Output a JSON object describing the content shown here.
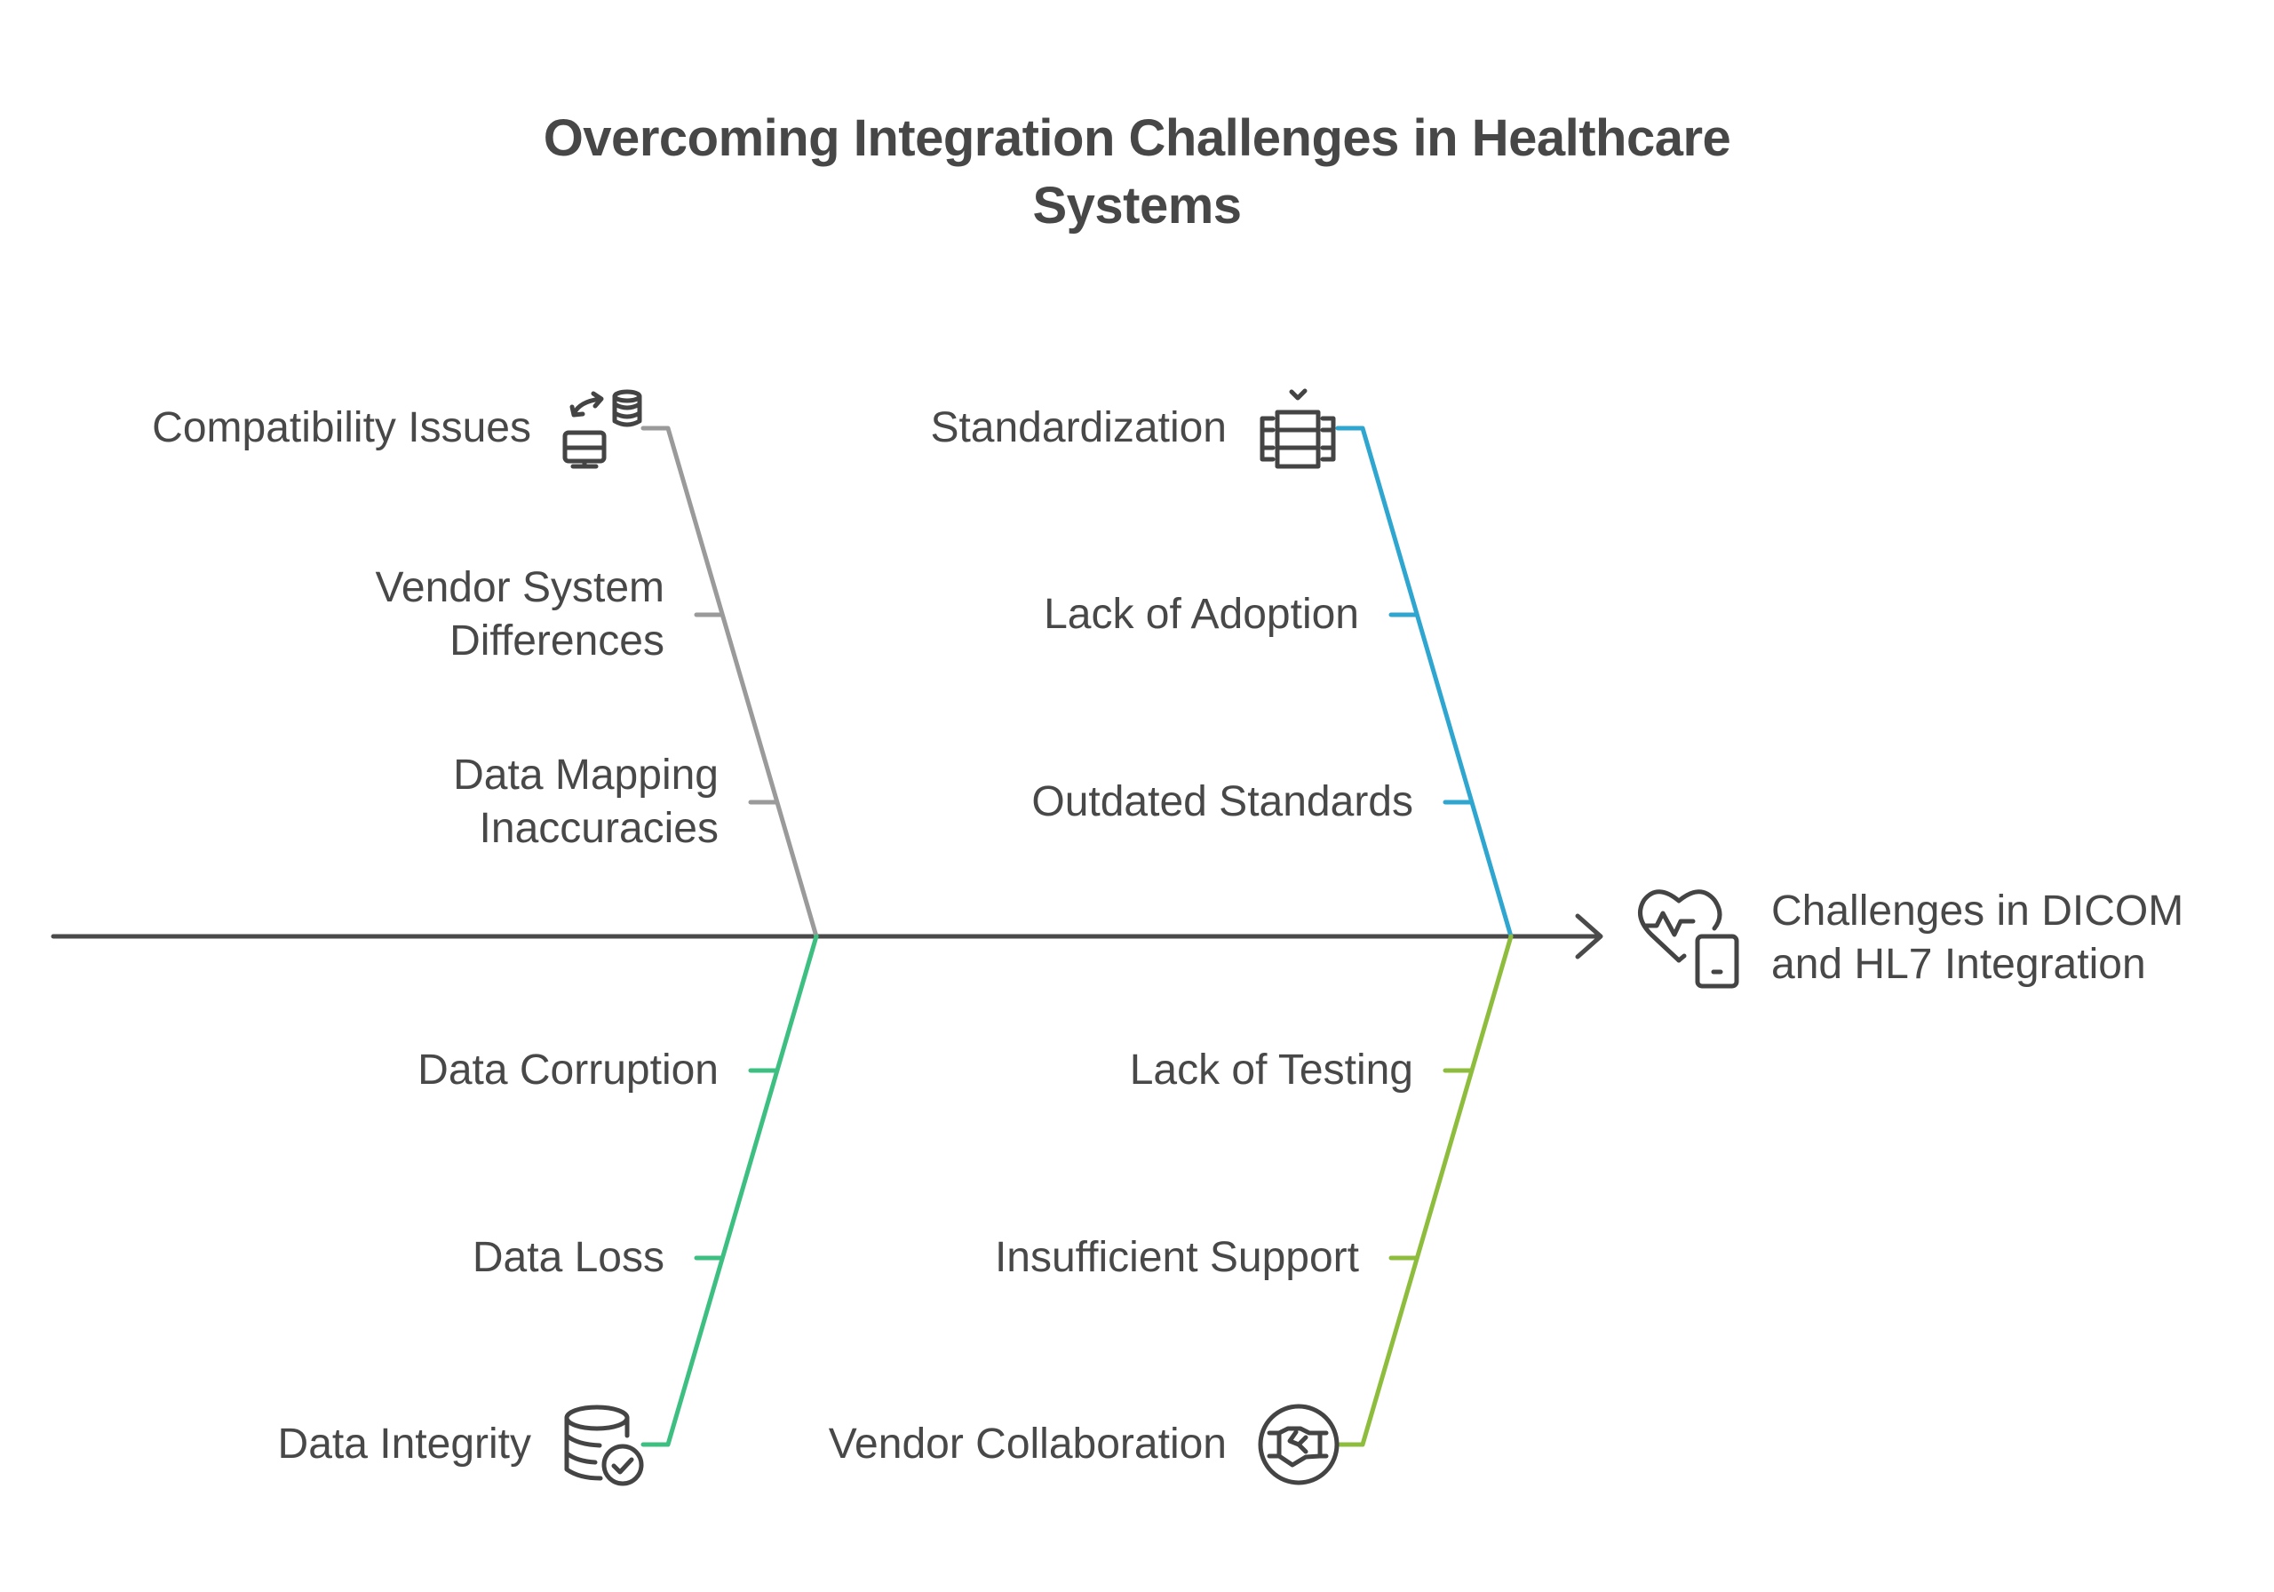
{
  "title": {
    "line1": "Overcoming Integration Challenges in Healthcare",
    "line2": "Systems"
  },
  "head": {
    "icon": "heart-pulse-tablet-icon",
    "line1": "Challenges in DICOM",
    "line2": "and HL7 Integration"
  },
  "colors": {
    "spine": "#4a4a4a",
    "text": "#484848",
    "compatibility": "#9a9a9a",
    "standardization": "#2ea6cf",
    "data_integrity": "#3dbf82",
    "vendor_collaboration": "#8ebd3d"
  },
  "categories": [
    {
      "id": "compatibility",
      "label": "Compatibility Issues",
      "icon": "monitor-database-sync-icon",
      "position": "top-left",
      "causes": [
        {
          "lines": [
            "Vendor System",
            "Differences"
          ]
        },
        {
          "lines": [
            "Data Mapping",
            "Inaccuracies"
          ]
        }
      ]
    },
    {
      "id": "standardization",
      "label": "Standardization",
      "icon": "server-checkmark-icon",
      "position": "top-right",
      "causes": [
        {
          "lines": [
            "Lack of Adoption"
          ]
        },
        {
          "lines": [
            "Outdated Standards"
          ]
        }
      ]
    },
    {
      "id": "data_integrity",
      "label": "Data Integrity",
      "icon": "database-check-icon",
      "position": "bottom-left",
      "causes": [
        {
          "lines": [
            "Data Corruption"
          ]
        },
        {
          "lines": [
            "Data Loss"
          ]
        }
      ]
    },
    {
      "id": "vendor_collaboration",
      "label": "Vendor Collaboration",
      "icon": "handshake-icon",
      "position": "bottom-right",
      "causes": [
        {
          "lines": [
            "Lack of Testing"
          ]
        },
        {
          "lines": [
            "Insufficient Support"
          ]
        }
      ]
    }
  ]
}
